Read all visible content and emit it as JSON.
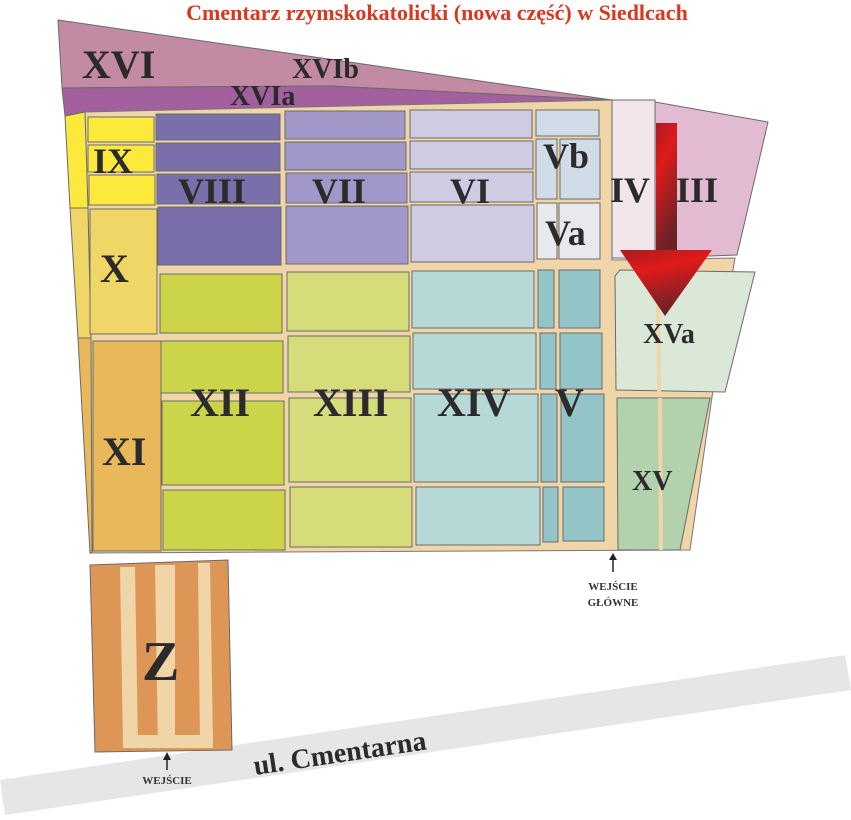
{
  "title": "Cmentarz rzymskokatolicki (nowa część) w Siedlcach",
  "sections": {
    "XVI": "XVI",
    "XVIb": "XVIb",
    "XVIa": "XVIa",
    "IX": "IX",
    "VIII": "VIII",
    "VII": "VII",
    "VI": "VI",
    "Vb": "Vb",
    "Va": "Va",
    "IV": "IV",
    "III": "III",
    "X": "X",
    "XI": "XI",
    "XII": "XII",
    "XIII": "XIII",
    "XIV": "XIV",
    "V": "V",
    "XVa": "XVa",
    "XV": "XV",
    "Z": "Z"
  },
  "entrances": {
    "main_line1": "WEJŚCIE",
    "main_line2": "GŁÓWNE",
    "side": "WEJŚCIE"
  },
  "street": "ul. Cmentarna",
  "colors": {
    "title": "#d9381e",
    "arrow": "#c8161b",
    "paths": "#f0d5a8"
  }
}
